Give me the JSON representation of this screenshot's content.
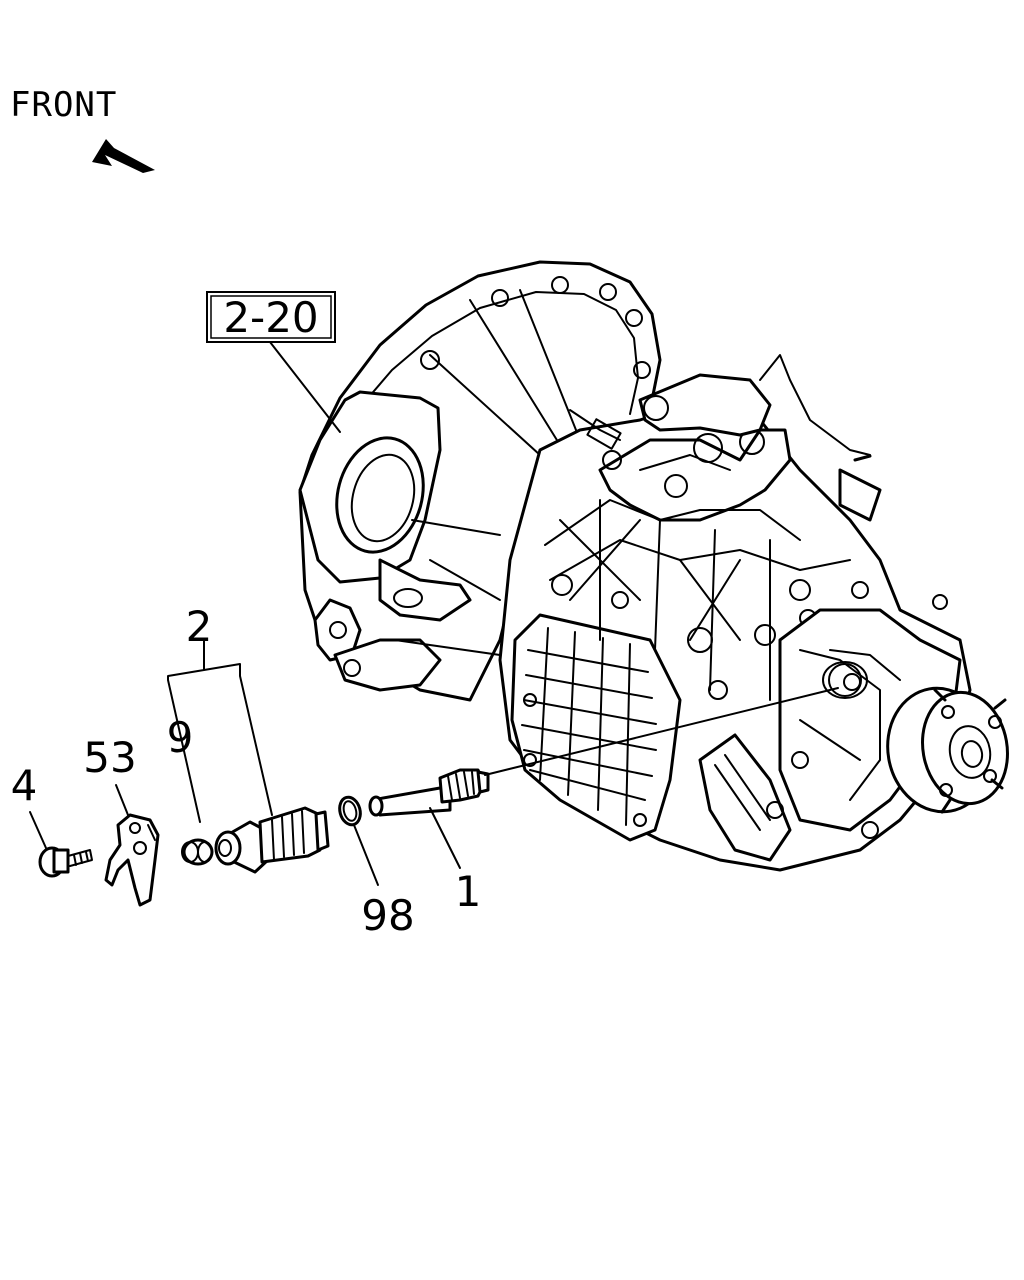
{
  "orientation": {
    "label": "FRONT",
    "icon": "arrow-up-left-icon"
  },
  "reference_box": {
    "label": "2-20"
  },
  "callouts": {
    "part_1": "1",
    "part_2": "2",
    "part_4": "4",
    "part_9": "9",
    "part_53": "53",
    "part_98": "98"
  }
}
